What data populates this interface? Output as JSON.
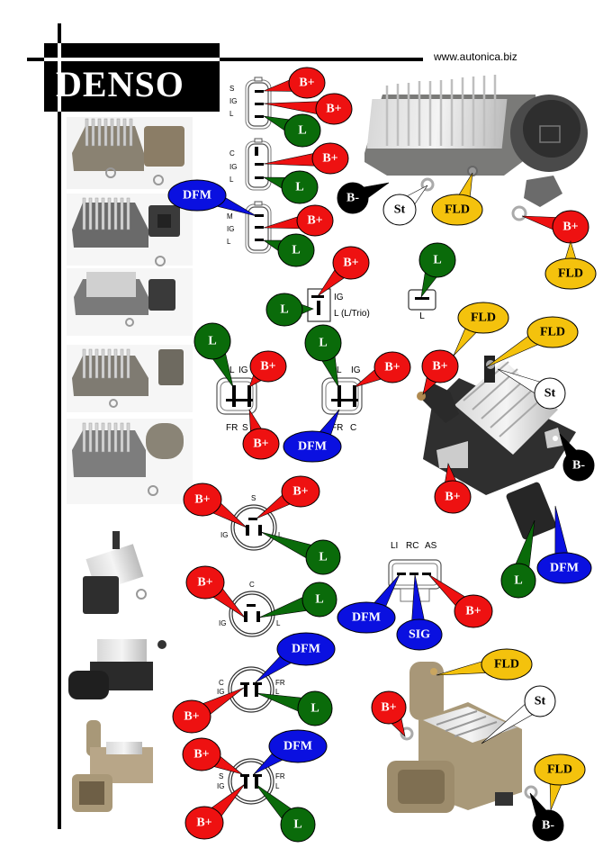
{
  "header": {
    "brand": "DENSO",
    "website": "www.autonica.biz"
  },
  "colors": {
    "bplus": "#ee1111",
    "l": "#0a6b0a",
    "dfm": "#0a10e0",
    "fld": "#f4c20d",
    "bminus": "#000000",
    "st": "#ffffff"
  },
  "connectors": {
    "c1": {
      "pins": [
        "S",
        "IG",
        "L"
      ],
      "bubbles": [
        "B+",
        "B+",
        "L"
      ]
    },
    "c2": {
      "pins": [
        "C",
        "IG",
        "L"
      ],
      "bubbles": [
        "B+",
        "L"
      ]
    },
    "c3": {
      "pins": [
        "M",
        "IG",
        "L"
      ],
      "bubbles": [
        "DFM",
        "B+",
        "L"
      ]
    },
    "c4": {
      "pins": [
        "IG",
        "L (L/Trio)"
      ],
      "bubbles": [
        "B+",
        "L"
      ]
    },
    "c5": {
      "pins": [
        "L"
      ],
      "bubbles": [
        "L"
      ]
    },
    "c6": {
      "pins": [
        "L",
        "IG",
        "FR",
        "S"
      ],
      "bubbles": [
        "L",
        "B+",
        "B+"
      ]
    },
    "c7": {
      "pins": [
        "L",
        "IG",
        "FR",
        "C"
      ],
      "bubbles": [
        "L",
        "B+",
        "DFM"
      ]
    },
    "c8": {
      "pins": [
        "S",
        "IG",
        "L"
      ],
      "bubbles": [
        "B+",
        "B+",
        "L"
      ]
    },
    "c9": {
      "pins": [
        "C",
        "IG",
        "L"
      ],
      "bubbles": [
        "B+",
        "L"
      ]
    },
    "c10": {
      "pins": [
        "LI",
        "RC",
        "AS"
      ],
      "bubbles": [
        "DFM",
        "SIG",
        "B+"
      ]
    },
    "c11": {
      "pins": [
        "C",
        "FR",
        "IG",
        "L"
      ],
      "bubbles": [
        "DFM",
        "B+",
        "L"
      ]
    },
    "c12": {
      "pins": [
        "S",
        "FR",
        "IG",
        "L"
      ],
      "bubbles": [
        "B+",
        "DFM",
        "B+",
        "L"
      ]
    }
  },
  "photos": {
    "p1": {
      "bubbles": [
        "B-",
        "St",
        "FLD",
        "B+",
        "FLD"
      ]
    },
    "p2": {
      "bubbles": [
        "FLD",
        "FLD",
        "B+",
        "St",
        "B-",
        "B+",
        "L",
        "DFM"
      ]
    },
    "p3": {
      "bubbles": [
        "FLD",
        "B+",
        "St",
        "FLD",
        "B-"
      ]
    }
  },
  "thumbnails": [
    "regulator-1",
    "regulator-2",
    "regulator-3",
    "regulator-4",
    "regulator-5",
    "regulator-6",
    "regulator-7",
    "regulator-8"
  ]
}
